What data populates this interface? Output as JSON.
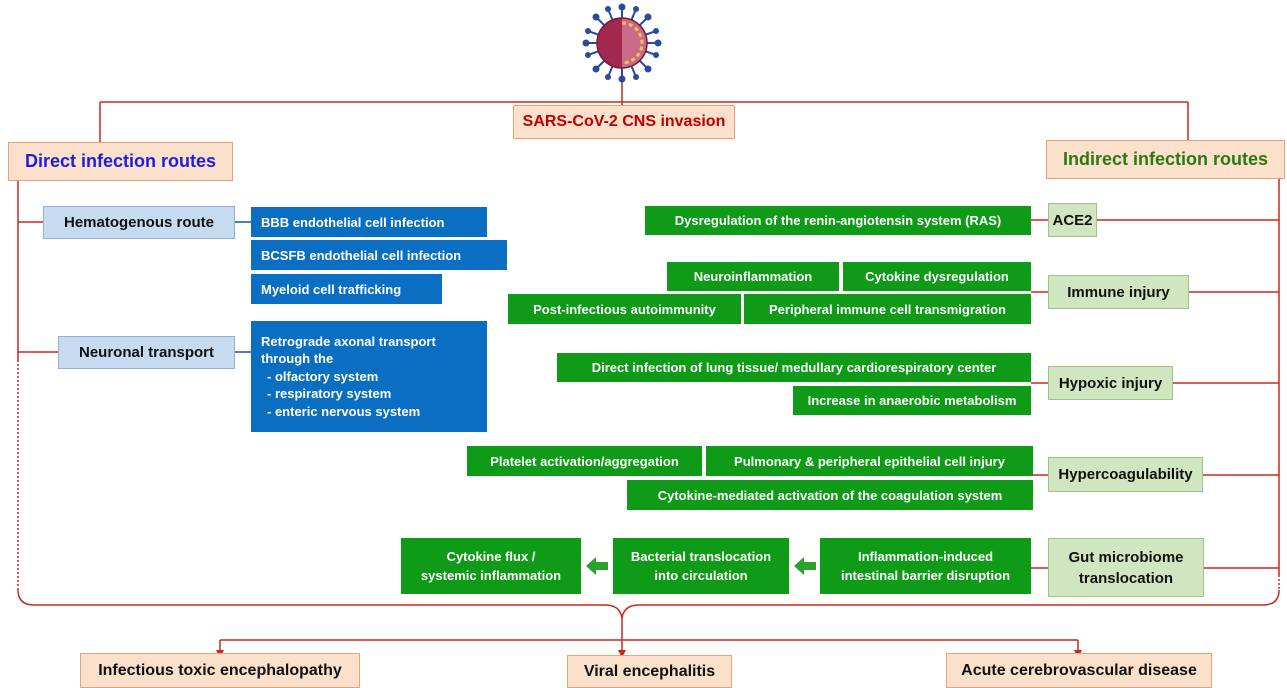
{
  "colors": {
    "line": "#c8281e",
    "dark_blue_box": "#0a6fc2",
    "dark_green_box": "#0f9a18",
    "peach_box": "#fbe0cc",
    "light_blue_box": "#c6daf0",
    "light_green_box": "#cfe6c0",
    "title_red": "#c00000",
    "direct_title": "#1f1fd6",
    "indirect_title": "#2a7a12"
  },
  "virus": {
    "icon": "coronavirus-icon"
  },
  "center": {
    "title": "SARS-CoV-2 CNS invasion"
  },
  "direct": {
    "title": "Direct infection routes",
    "hematogenous": {
      "label": "Hematogenous route",
      "items": [
        "BBB endothelial cell infection",
        "BCSFB endothelial cell infection",
        "Myeloid cell trafficking"
      ]
    },
    "neuronal": {
      "label": "Neuronal transport",
      "lines": [
        "Retrograde axonal transport",
        "through the",
        "-  olfactory system",
        "-  respiratory system",
        "-  enteric nervous system"
      ]
    }
  },
  "indirect": {
    "title": "Indirect infection routes",
    "ace2": {
      "label": "ACE2",
      "items": [
        "Dysregulation of the renin-angiotensin system (RAS)"
      ]
    },
    "immune": {
      "label": "Immune injury",
      "items": [
        "Neuroinflammation",
        "Cytokine dysregulation",
        "Post-infectious autoimmunity",
        "Peripheral immune cell transmigration"
      ]
    },
    "hypoxic": {
      "label": "Hypoxic injury",
      "items": [
        "Direct infection of lung tissue/ medullary cardiorespiratory center",
        "Increase in anaerobic metabolism"
      ]
    },
    "hypercoag": {
      "label": "Hypercoagulability",
      "items": [
        "Platelet activation/aggregation",
        "Pulmonary & peripheral epithelial cell injury",
        "Cytokine-mediated activation of the coagulation system"
      ]
    },
    "gut": {
      "label_lines": [
        "Gut microbiome",
        "translocation"
      ],
      "chain": [
        {
          "lines": [
            "Inflammation-induced",
            "intestinal barrier disruption"
          ]
        },
        {
          "lines": [
            "Bacterial translocation",
            "into circulation"
          ]
        },
        {
          "lines": [
            "Cytokine flux /",
            "systemic inflammation"
          ]
        }
      ]
    }
  },
  "outcomes": [
    "Infectious toxic encephalopathy",
    "Viral encephalitis",
    "Acute cerebrovascular disease"
  ]
}
